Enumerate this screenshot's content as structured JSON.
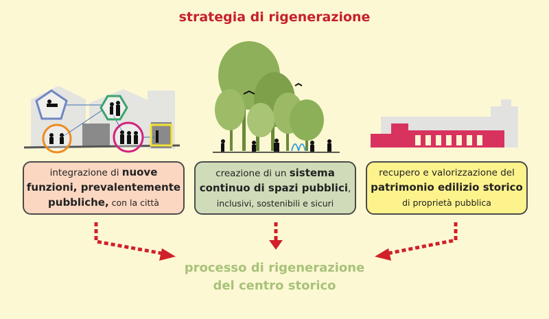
{
  "title": "strategia di rigenerazione",
  "boxes": [
    {
      "line1_pre": "integrazione di ",
      "line1_bold": "nuove",
      "line2_bold": "funzioni, prevalentemente",
      "line3_bold": "pubbliche,",
      "line3_post": " con la città",
      "color": "#fbd7c2"
    },
    {
      "line1_pre": "creazione di un ",
      "line1_bold": "sistema",
      "line2_bold": "continuo di spazi pubblici",
      "line2_post": ",",
      "line3": "inclusivi, sostenibili e sicuri",
      "color": "#d0dcb9"
    },
    {
      "line1": "recupero e valorizzazione del",
      "line2_bold": "patrimonio edilizio storico",
      "line3": "di proprietà pubblica",
      "color": "#fdf38c"
    }
  ],
  "result": {
    "line1": "processo di rigenerazione",
    "line2": "del centro storico"
  },
  "colors": {
    "title": "#c5202b",
    "arrow": "#d0202a",
    "result": "#a8c27a"
  }
}
